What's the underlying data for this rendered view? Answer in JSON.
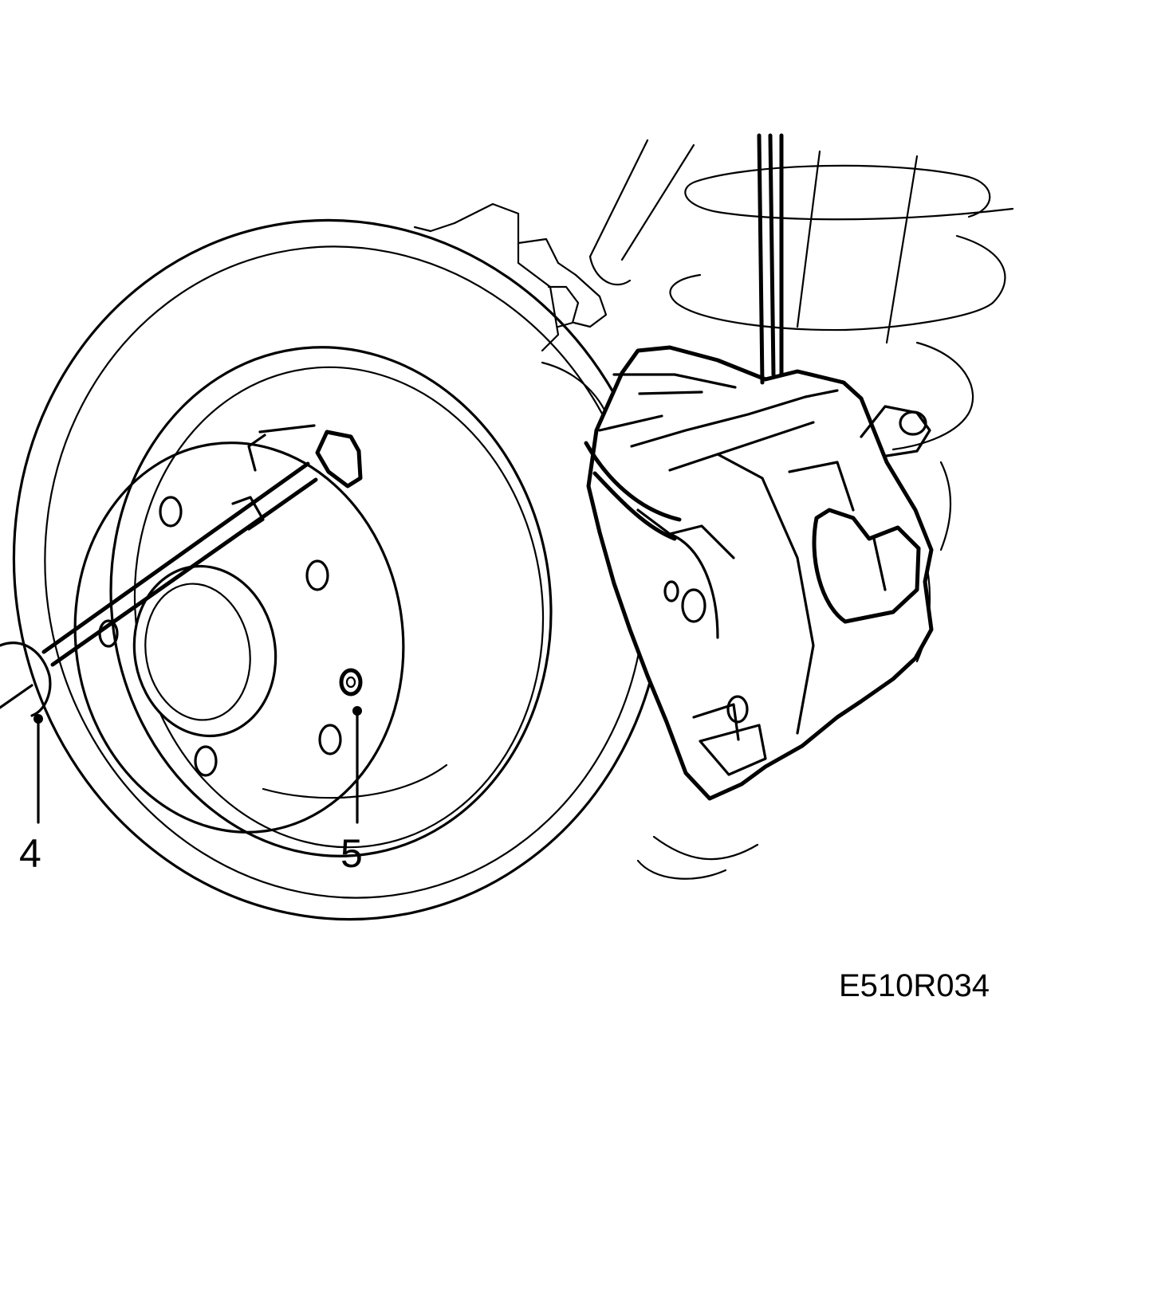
{
  "figure": {
    "callouts": [
      {
        "id": "4",
        "label": "4"
      },
      {
        "id": "5",
        "label": "5"
      }
    ],
    "figure_code": "E510R034",
    "colors": {
      "line": "#000000",
      "background": "#ffffff"
    }
  }
}
